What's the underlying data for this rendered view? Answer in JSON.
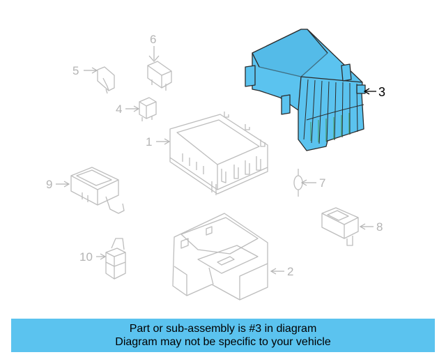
{
  "diagram": {
    "callouts": [
      "1",
      "2",
      "3",
      "4",
      "5",
      "6",
      "7",
      "8",
      "9",
      "10"
    ],
    "highlighted_part": "3",
    "highlight_color": "#5bc3ef",
    "ghost_color": "#bdbdbd"
  },
  "banner": {
    "line1": "Part or sub-assembly is #3 in diagram",
    "line2": "Diagram may not be specific to your vehicle",
    "color": "#5bc3ef"
  }
}
